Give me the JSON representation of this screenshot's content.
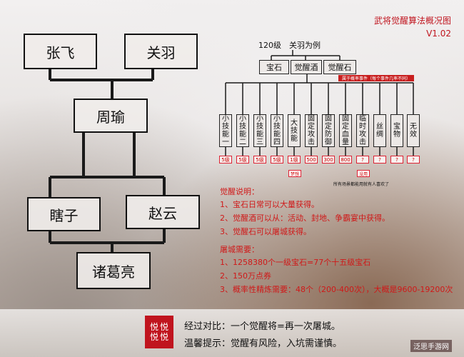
{
  "header": {
    "title": "武将觉醒算法概况图",
    "version": "V1.02"
  },
  "heroes": {
    "zhangfei": "张飞",
    "guanyu": "关羽",
    "zhouyu": "周瑜",
    "xiazi": "瞎子",
    "zhaoyun": "赵云",
    "zhugeliang": "诸葛亮"
  },
  "example": {
    "caption": "120级　关羽为例",
    "materials": [
      "宝石",
      "觉醒酒",
      "觉醒石"
    ],
    "prob_bar": "属于概率事件（每个事件几率不同）",
    "categories": [
      "小技能一",
      "小技能二",
      "小技能三",
      "小技能四",
      "大技能",
      "固定攻击",
      "固定防御",
      "固定血量",
      "临时攻击",
      "丝绸",
      "宝物",
      "无效"
    ],
    "values": [
      "5级",
      "5级",
      "5级",
      "5级",
      "1级",
      "500",
      "300",
      "800",
      "?",
      "?",
      "?",
      "?"
    ],
    "tag_dream": "梦想",
    "tag_useless": "没用",
    "note": "所有场景都能用就有人喜欢了"
  },
  "awaken": {
    "title": "觉醒说明：",
    "items": [
      "1、宝石日常可以大量获得。",
      "2、觉醒酒可以从：活动、封地、争霸宴中获得。",
      "3、觉醒石可以屠城获得。"
    ]
  },
  "siege": {
    "title": "屠城需要：",
    "items": [
      "1、1258380个一级宝石=77个十五级宝石",
      "2、150万点券",
      "3、概率性精炼需要：48个（200-400次），大概是9600-19200次"
    ]
  },
  "bottom": {
    "seal_chars": [
      "悦",
      "悦",
      "悦",
      "悦"
    ],
    "line1": "经过对比：一个觉醒将=再一次屠城。",
    "line2": "温馨提示：觉醒有风险，入坑需谨慎。"
  },
  "watermark": "泛思手游网"
}
